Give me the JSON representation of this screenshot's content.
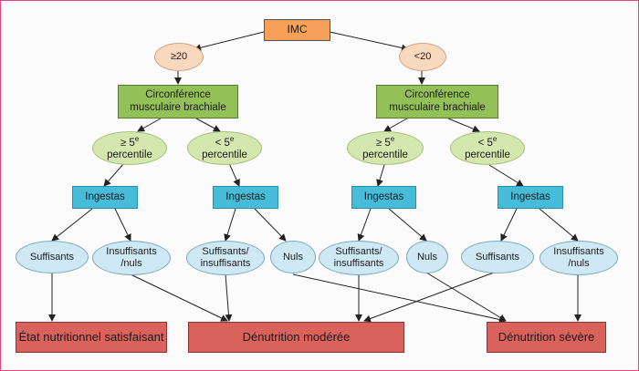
{
  "imc": "IMC",
  "bmi": {
    "ge": "≥20",
    "lt": "<20"
  },
  "cmb": "Circonférence musculaire brachiale",
  "pct": {
    "ge_l1": "≥ 5",
    "lt_l1": "< 5",
    "sup": "e",
    "l2": "percentile"
  },
  "ingestas": "Ingestas",
  "intake": {
    "suff": "Suffisants",
    "insuff_nuls": "Insuffisants /nuls",
    "suff_insuff": "Suffisants/ insuffisants",
    "nuls": "Nuls"
  },
  "outcomes": {
    "satisfaisant": "État nutritionnel satisfaisant",
    "moderee": "Dénutrition modérée",
    "severe": "Dénutrition sévère"
  },
  "colors": {
    "imc": "#f7a05a",
    "bmi_ellipse": "#f9d9bd",
    "cmb_box": "#93c057",
    "percentile_ellipse": "#d3e7ae",
    "ingestas_box": "#46bcd8",
    "intake_ellipse": "#cfe9f4",
    "outcome_box": "#d9625d",
    "frame_border": "#e0457b"
  }
}
